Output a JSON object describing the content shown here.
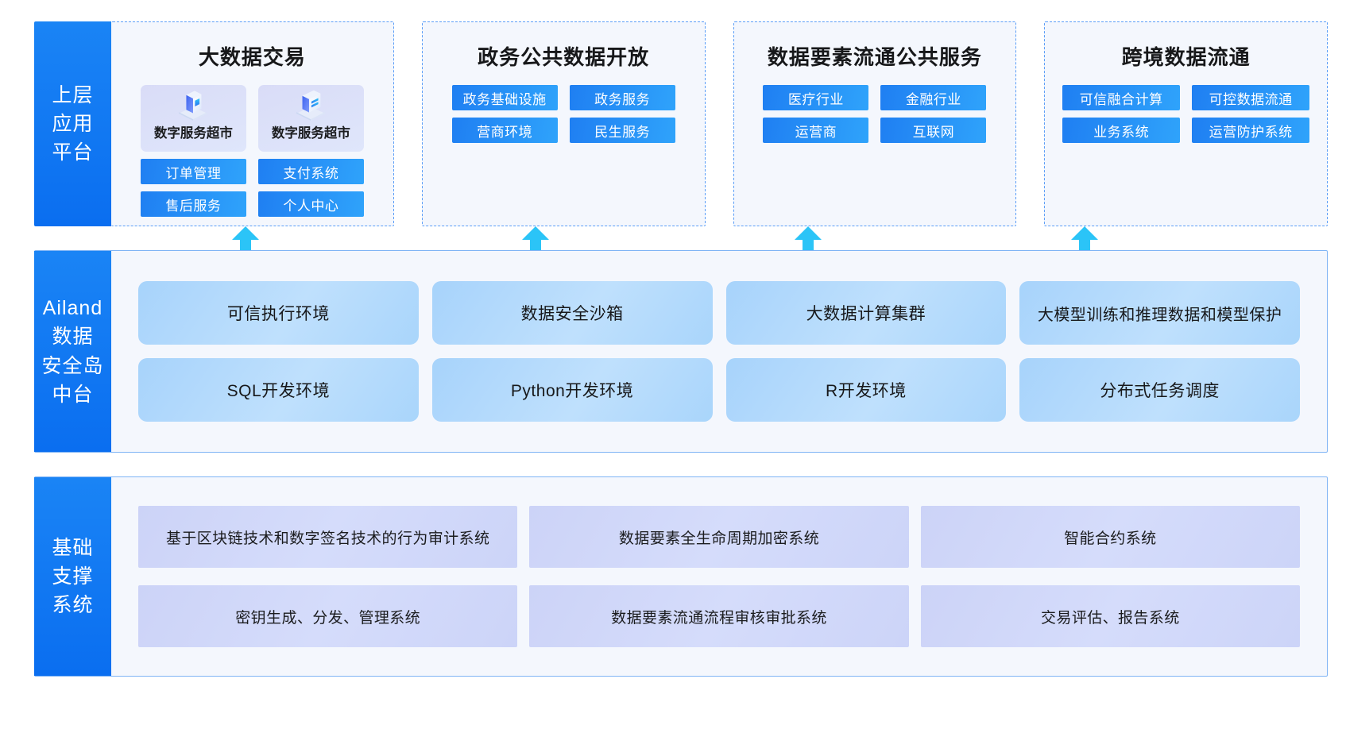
{
  "tier1": {
    "side_label_lines": [
      "上层",
      "应用",
      "平台"
    ],
    "panels": [
      {
        "title": "大数据交易",
        "tiles": [
          {
            "caption": "数字服务超市",
            "icon": "store-monitor-icon"
          },
          {
            "caption": "数字服务超市",
            "icon": "store-shelf-icon"
          }
        ],
        "buttons": [
          "订单管理",
          "支付系统",
          "售后服务",
          "个人中心"
        ]
      },
      {
        "title": "政务公共数据开放",
        "tiles": [],
        "buttons": [
          "政务基础设施",
          "政务服务",
          "营商环境",
          "民生服务"
        ]
      },
      {
        "title": "数据要素流通公共服务",
        "tiles": [],
        "buttons": [
          "医疗行业",
          "金融行业",
          "运营商",
          "互联网"
        ]
      },
      {
        "title": "跨境数据流通",
        "tiles": [],
        "buttons": [
          "可信融合计算",
          "可控数据流通",
          "业务系统",
          "运营防护系统"
        ]
      }
    ]
  },
  "tier2": {
    "side_label_lines": [
      "Ailand",
      "数据",
      "安全岛",
      "中台"
    ],
    "rows": [
      [
        "可信执行环境",
        "数据安全沙箱",
        "大数据计算集群",
        "大模型训练和推理数据和模型保护"
      ],
      [
        "SQL开发环境",
        "Python开发环境",
        "R开发环境",
        "分布式任务调度"
      ]
    ]
  },
  "tier3": {
    "side_label_lines": [
      "基础",
      "支撑",
      "系统"
    ],
    "rows": [
      [
        "基于区块链技术和数字签名技术的行为审计系统",
        "数据要素全生命周期加密系统",
        "智能合约系统"
      ],
      [
        "密钥生成、分发、管理系统",
        "数据要素流通流程审核审批系统",
        "交易评估、报告系统"
      ]
    ]
  },
  "arrows": {
    "name": "upward-flow-arrow",
    "count": 4,
    "color": "#2bc4f7"
  },
  "colors": {
    "side_bar": "#1a84f5",
    "panel_bg": "#f4f7fd",
    "dashed_border": "#5b9ef7",
    "blue_button": "#2188f3",
    "mid_cell": "#b2d8fc",
    "base_cell": "#d0d7f9",
    "arrow": "#2bc4f7"
  }
}
